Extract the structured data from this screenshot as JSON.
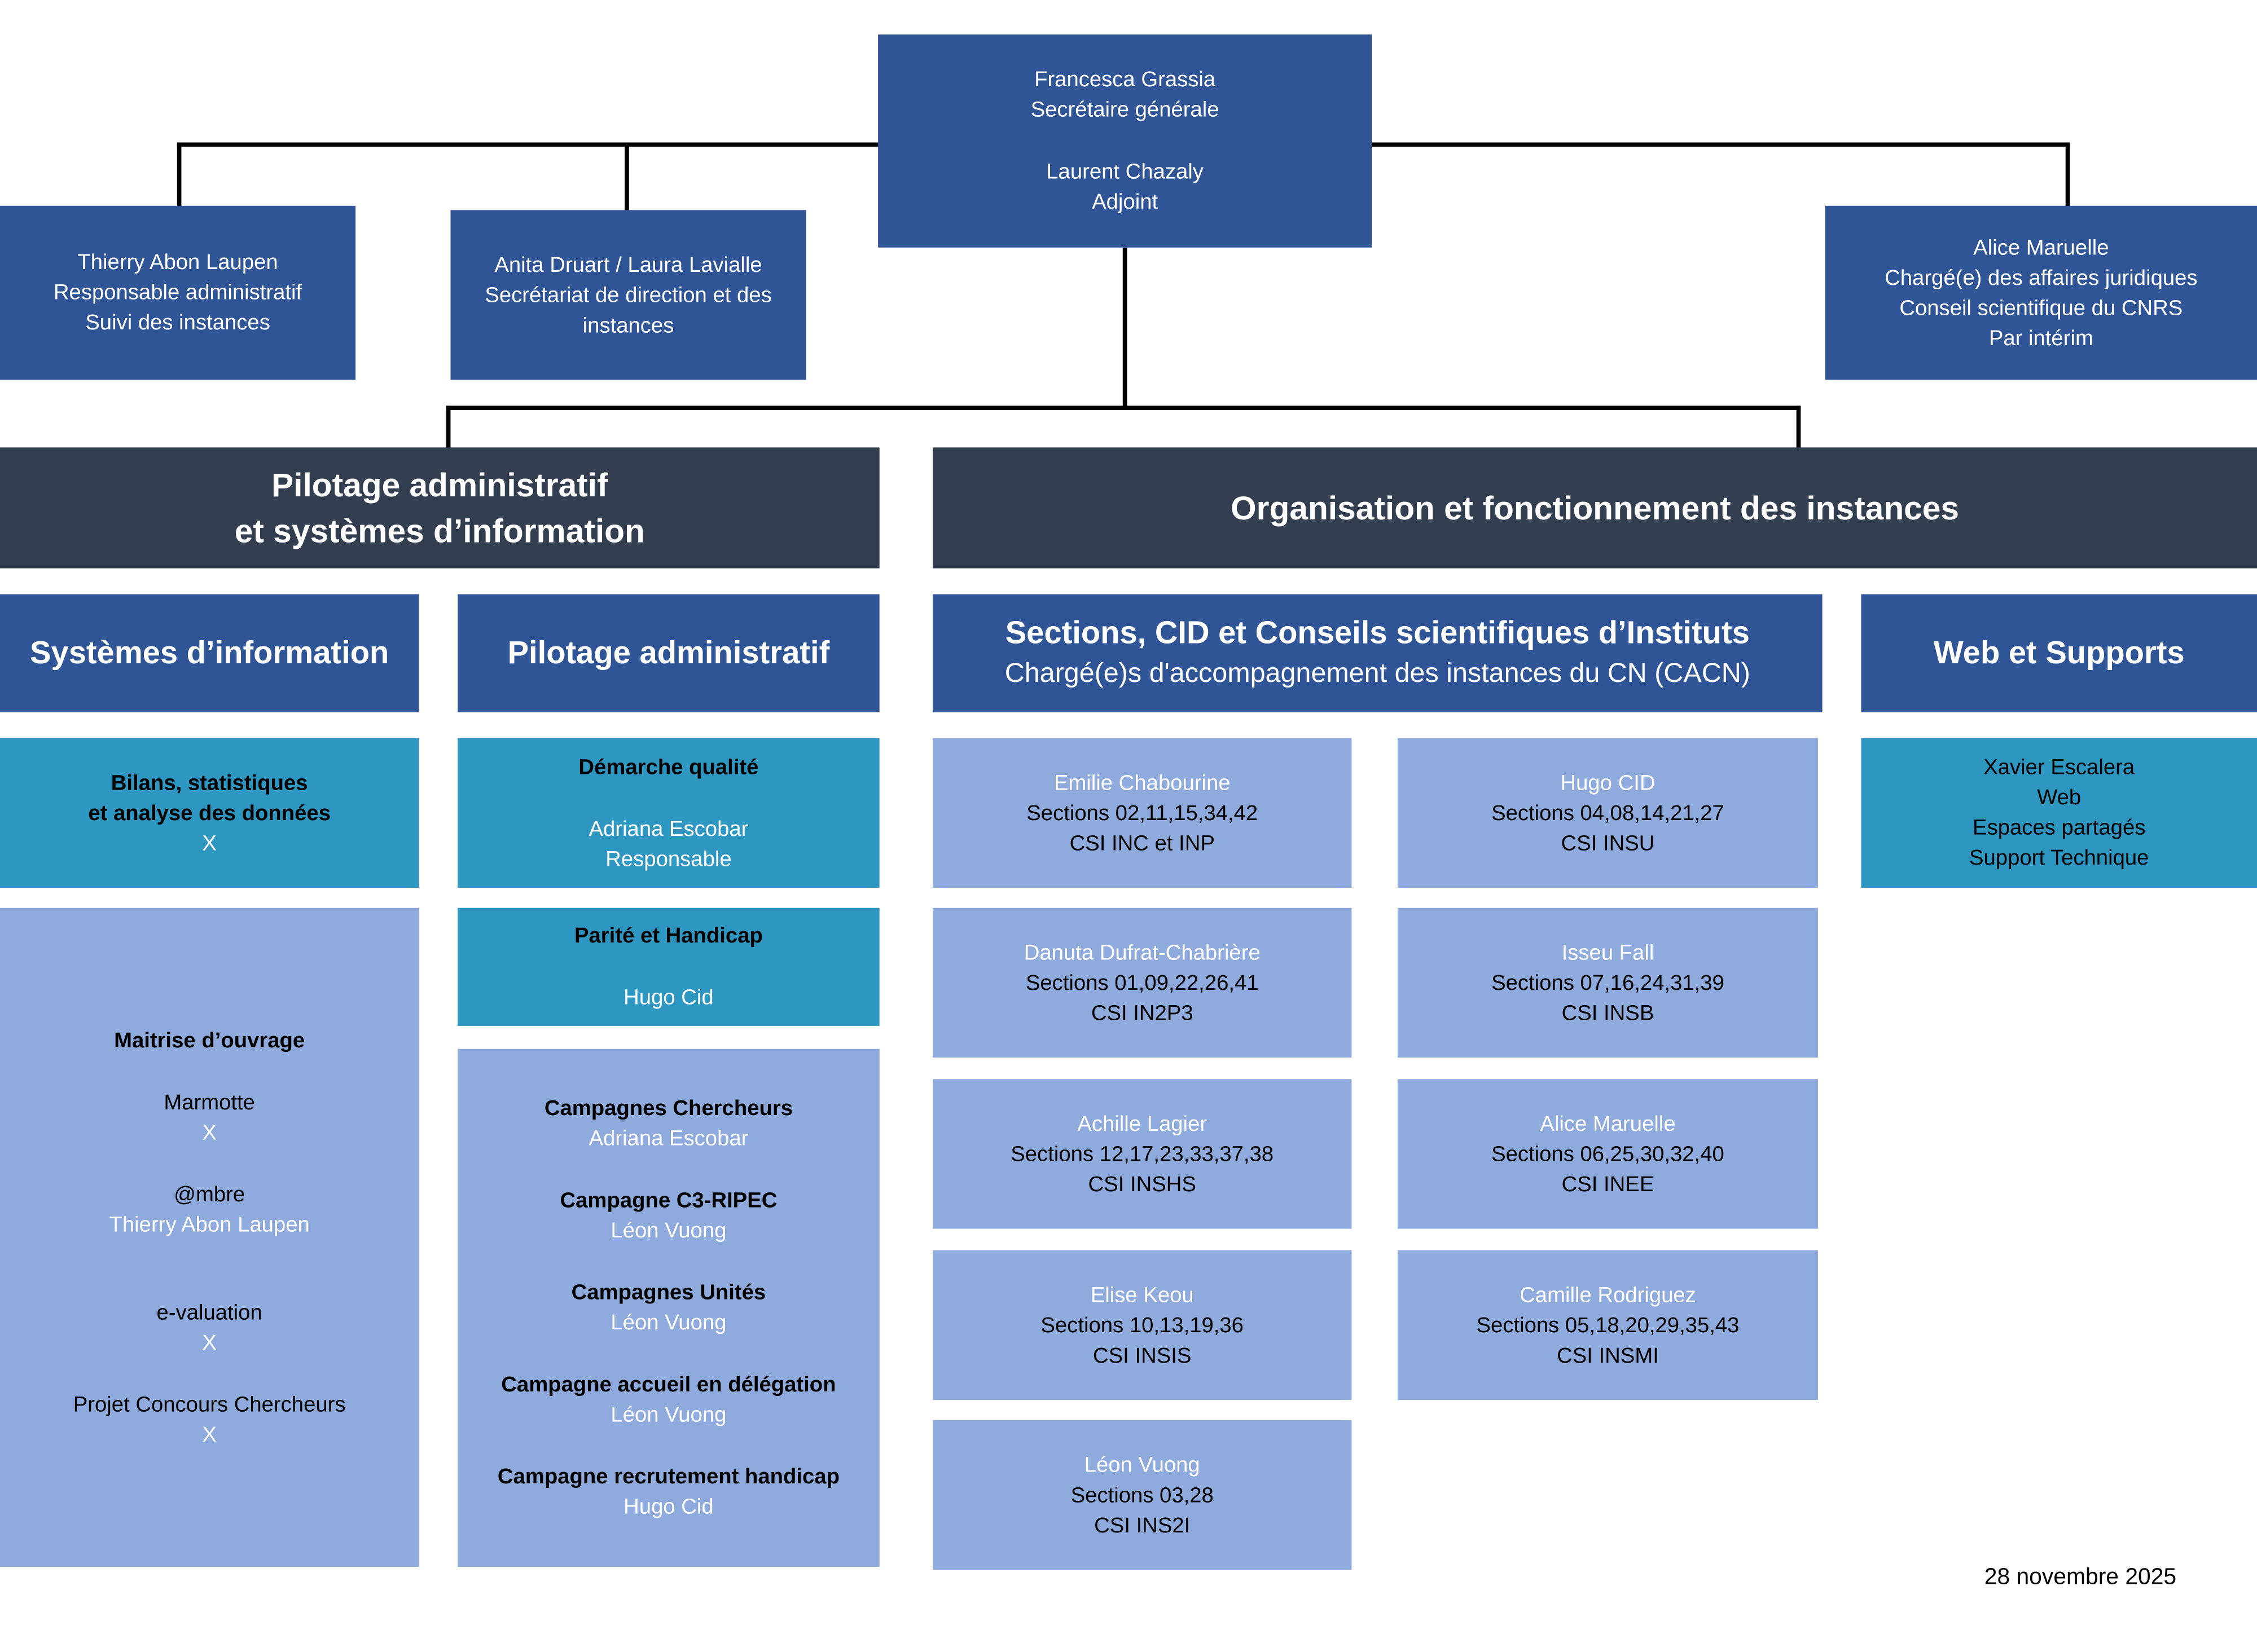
{
  "date": "28 novembre 2025",
  "colors": {
    "dark_blue": "#2F5597",
    "slate": "#333F50",
    "teal": "#2E97C1",
    "light_blue": "#8FAADC"
  },
  "top": {
    "direction": {
      "name1": "Francesca Grassia",
      "role1": "Secrétaire générale",
      "name2": "Laurent Chazaly",
      "role2": "Adjoint"
    },
    "admin": {
      "line1": "Thierry Abon Laupen",
      "line2": "Responsable administratif",
      "line3": "Suivi des instances"
    },
    "secretariat": {
      "line1": "Anita Druart  / Laura  Lavialle",
      "line2": "Secrétariat de direction et des instances"
    },
    "juridique": {
      "line1": "Alice Maruelle",
      "line2": "Chargé(e) des affaires juridiques",
      "line3": "Conseil scientifique du CNRS",
      "line4": "Par intérim"
    }
  },
  "branches": {
    "pilotage_si_line1": "Pilotage administratif",
    "pilotage_si_line2": "et systèmes d’information",
    "organisation": "Organisation et fonctionnement des instances"
  },
  "systemes": {
    "header": "Systèmes d’information",
    "bilans": {
      "line1": "Bilans, statistiques",
      "line2": "et analyse des données",
      "assignee": "X"
    },
    "moa": {
      "title": "Maitrise d’ouvrage",
      "items": [
        {
          "name": "Marmotte",
          "assignee": "X"
        },
        {
          "name": "@mbre",
          "assignee": "Thierry Abon Laupen"
        },
        {
          "name": "e-valuation",
          "assignee": "X"
        },
        {
          "name": "Projet Concours Chercheurs",
          "assignee": "X"
        }
      ]
    }
  },
  "pilotage": {
    "header": "Pilotage administratif",
    "qualite": {
      "title": "Démarche qualité",
      "name": "Adriana Escobar",
      "role": "Responsable"
    },
    "parite": {
      "title": "Parité et Handicap",
      "name": "Hugo Cid"
    },
    "campagnes": [
      {
        "title": "Campagnes Chercheurs",
        "lead": "Adriana Escobar"
      },
      {
        "title": "Campagne C3-RIPEC",
        "lead": "Léon Vuong"
      },
      {
        "title": "Campagnes Unités",
        "lead": "Léon Vuong"
      },
      {
        "title": "Campagne accueil en délégation",
        "lead": "Léon Vuong"
      },
      {
        "title": "Campagne recrutement handicap",
        "lead": "Hugo Cid"
      }
    ]
  },
  "cacn": {
    "header_line1": "Sections, CID et Conseils scientifiques d’Instituts",
    "header_line2": "Chargé(e)s d'accompagnement des instances du CN (CACN)",
    "left": [
      {
        "name": "Emilie Chabourine",
        "sections": "Sections 02,11,15,34,42",
        "csi": "CSI INC et  INP"
      },
      {
        "name": "Danuta Dufrat-Chabrière",
        "sections": "Sections 01,09,22,26,41",
        "csi": "CSI IN2P3"
      },
      {
        "name": "Achille Lagier",
        "sections": "Sections 12,17,23,33,37,38",
        "csi": "CSI INSHS"
      },
      {
        "name": "Elise Keou",
        "sections": "Sections 10,13,19,36",
        "csi": "CSI INSIS"
      },
      {
        "name": "Léon Vuong",
        "sections": "Sections 03,28",
        "csi": "CSI INS2I"
      }
    ],
    "right": [
      {
        "name": "Hugo CID",
        "sections": "Sections 04,08,14,21,27",
        "csi": "CSI INSU"
      },
      {
        "name": "Isseu Fall",
        "sections": "Sections 07,16,24,31,39",
        "csi": "CSI INSB"
      },
      {
        "name": "Alice Maruelle",
        "sections": "Sections 06,25,30,32,40",
        "csi": "CSI INEE"
      },
      {
        "name": "Camille Rodriguez",
        "sections": "Sections 05,18,20,29,35,43",
        "csi": "CSI INSMI"
      }
    ]
  },
  "web": {
    "header": "Web et Supports",
    "box": {
      "name": "Xavier Escalera",
      "line2": "Web",
      "line3": "Espaces partagés",
      "line4": "Support Technique"
    }
  }
}
